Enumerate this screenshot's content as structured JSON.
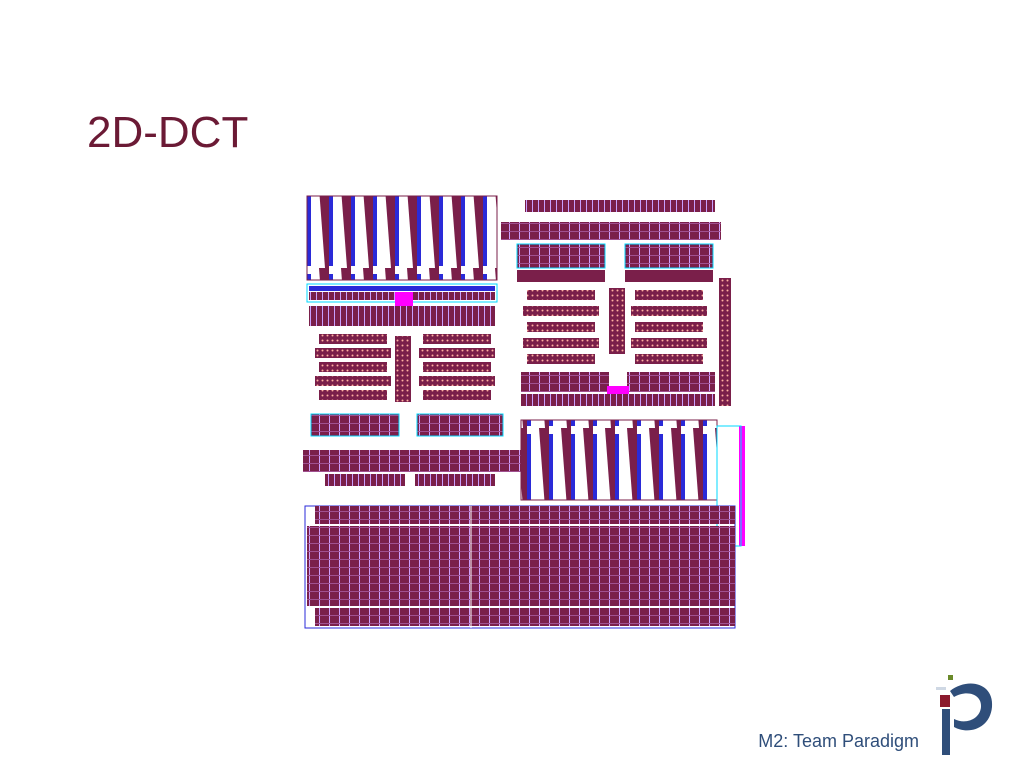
{
  "slide": {
    "title": "2D-DCT",
    "footer": "M2: Team Paradigm"
  },
  "figure": {
    "description_icon": "chip-layout-image",
    "colors": {
      "metal": "#7a1f4a",
      "poly": "#2a2ad8",
      "via": "#ff00ff",
      "outline": "#00d8ff",
      "fill": "#ffffff"
    }
  },
  "logo": {
    "icon": "paradigm-p-logo",
    "colors": {
      "letter": "#2f4e7a",
      "dot_red": "#8b1a2e",
      "dot_green": "#6a8a2a"
    }
  }
}
